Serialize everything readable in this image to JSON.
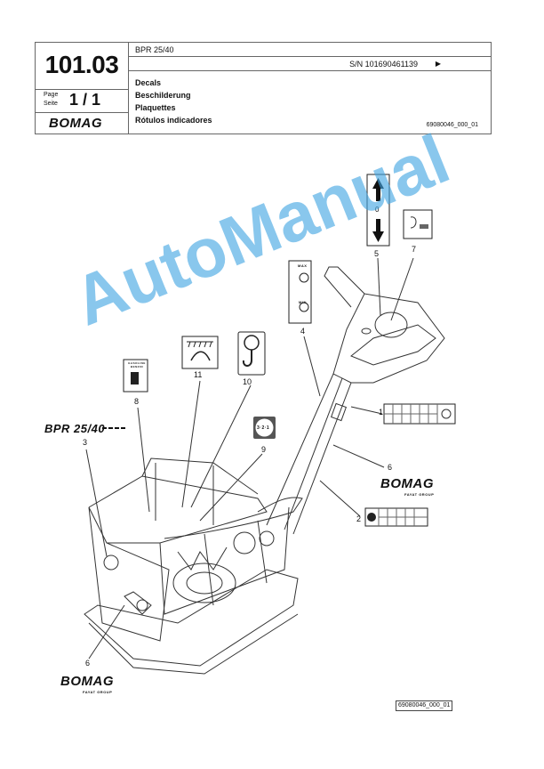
{
  "header": {
    "model": "BPR 25/40",
    "serial": "S/N 101690461139",
    "serial_arrow": "▶",
    "doc_number": "101.03",
    "page_label_1": "Page",
    "page_label_2": "Seite",
    "page_value": "1 / 1",
    "logo": "BOMAG",
    "titles": [
      "Decals",
      "Beschilderung",
      "Plaquettes",
      "Rótulos indicadores"
    ],
    "drawing_ref": "69080046_000_01"
  },
  "callouts": [
    "1",
    "2",
    "3",
    "4",
    "5",
    "6",
    "6",
    "7",
    "8",
    "9",
    "10",
    "11"
  ],
  "decals": {
    "decal3_text": "BPR 25/40",
    "decal8_text": "GASOLINE BENZIN",
    "decal0_text": "0",
    "max_text": "MAX",
    "min_text": "MIN",
    "decal9_text": "3·2·1",
    "bomag_right": "BOMAG",
    "bomag_right_sub": "FAYAT GROUP",
    "bomag_left": "BOMAG",
    "bomag_left_sub": "FAYAT GROUP"
  },
  "watermark": "AutoManual",
  "footer_ref": "69080046_000_01"
}
